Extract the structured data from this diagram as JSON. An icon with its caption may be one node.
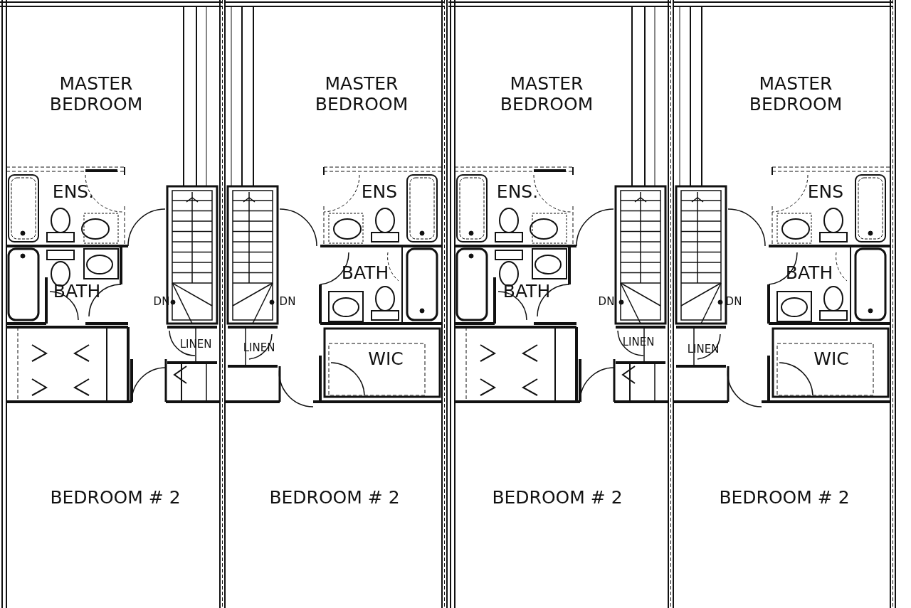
{
  "diagram": {
    "labels": [
      "MASTER BEDROOM",
      "MASTER BEDROOM",
      "MASTER BEDROOM",
      "MASTER BEDROOM",
      "ENS.",
      "ENS",
      "ENS.",
      "ENS",
      "BATH",
      "BATH",
      "BATH",
      "BATH",
      "DN",
      "DN",
      "DN",
      "DN",
      "LINEN",
      "LINEN",
      "LINEN",
      "LINEN",
      "WIC",
      "WIC",
      "BEDROOM # 2",
      "BEDROOM # 2",
      "BEDROOM # 2",
      "BEDROOM # 2"
    ]
  }
}
